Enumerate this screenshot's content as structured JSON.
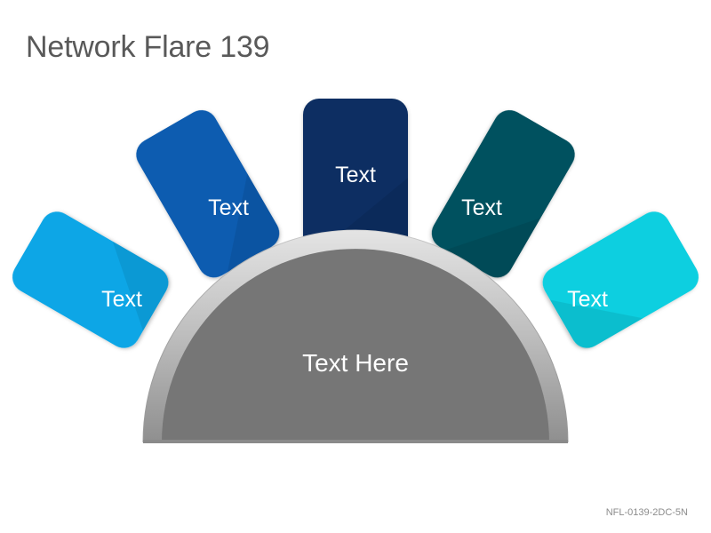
{
  "header": {
    "title": "Network Flare 139"
  },
  "footer": {
    "code": "NFL-0139-2DC-5N"
  },
  "diagram": {
    "center_label": "Text Here",
    "petals": [
      {
        "label": "Text",
        "color": "#0aa6e6"
      },
      {
        "label": "Text",
        "color": "#0a5cb0"
      },
      {
        "label": "Text",
        "color": "#0b2f62"
      },
      {
        "label": "Text",
        "color": "#06515e"
      },
      {
        "label": "Text",
        "color": "#07cfe0"
      }
    ],
    "center_color": "#767676"
  }
}
